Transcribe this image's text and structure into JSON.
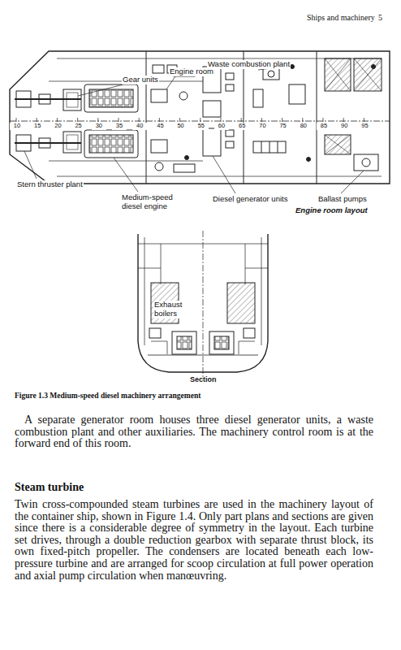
{
  "diagram": {
    "caption": "Figure 1.3 Medium-speed diesel machinery arrangement",
    "labels": [
      "Ships and machinery",
      "5",
      "Waste combustion plant",
      "Engine room",
      "Gear units",
      "10",
      "15",
      "20",
      "25",
      "30",
      "35",
      "40",
      "45",
      "50",
      "55",
      "60",
      "65",
      "70",
      "75",
      "80",
      "85",
      "90",
      "95",
      "Stern thruster plant",
      "Medium-speed diesel engine",
      "Diesel generator units",
      "Ballast pumps",
      "Engine room layout",
      "Exhaust boilers",
      "Section",
      "A separate generator room houses three diesel generator units, a waste combustion plant and other auxiliaries. The machinery control room is at the forward end of this room.",
      "Steam turbine",
      "Twin cross-compounded steam turbines are used in the machinery layout of the container ship, shown in Figure 1.4. Only part plans and sections are given since there is a considerable degree of symmetry in the layout. Each turbine set drives, through a double reduction gearbox with separate thrust block, its own fixed-pitch propeller. The condensers are located beneath each low-pressure turbine and are arranged for scoop circulation at full power operation and axial pump circulation when manœuvring."
    ]
  }
}
